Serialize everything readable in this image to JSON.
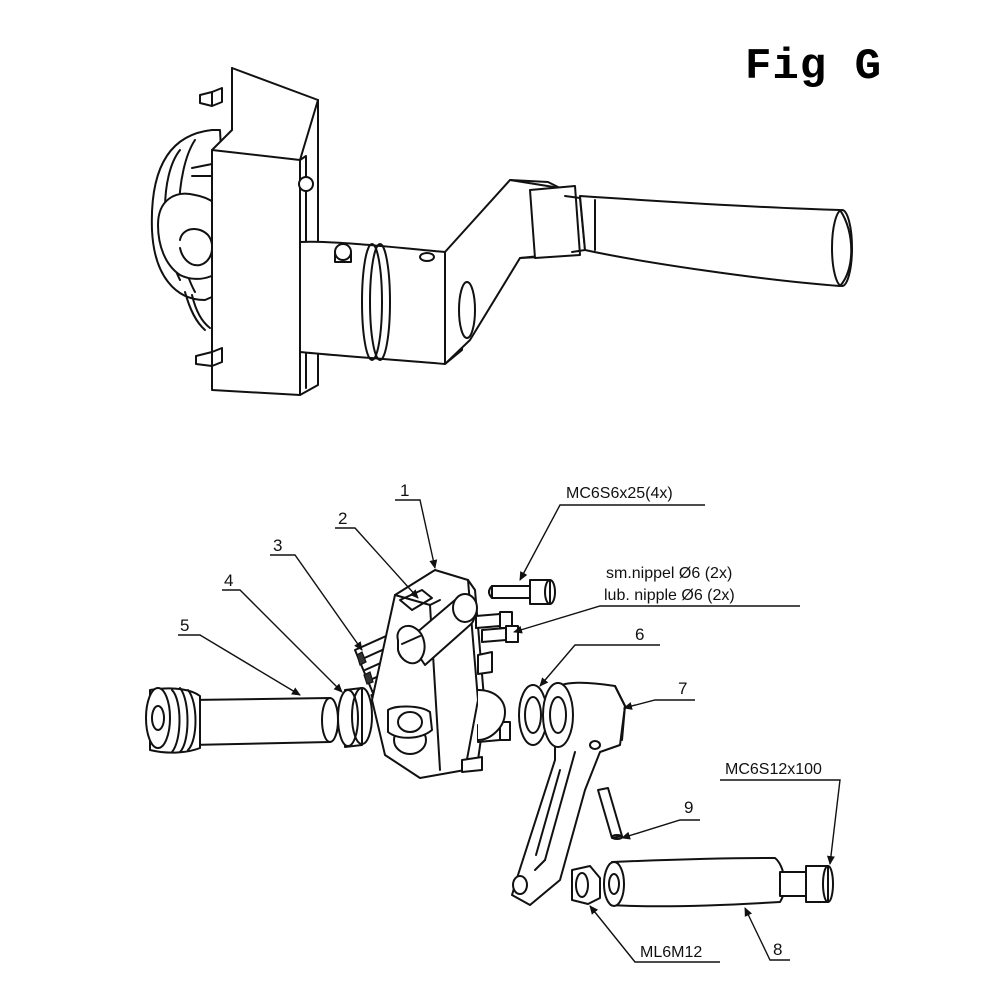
{
  "figure": {
    "title": "Fig G"
  },
  "callouts": {
    "n1": "1",
    "n2": "2",
    "n3": "3",
    "n4": "4",
    "n5": "5",
    "n6": "6",
    "n7": "7",
    "n8": "8",
    "n9": "9"
  },
  "notes": {
    "screw_top": "MC6S6x25(4x)",
    "nipple_sm": "sm.nippel Ø6  (2x)",
    "nipple_lub": "lub. nipple  Ø6  (2x)",
    "screw_handle": "MC6S12x100",
    "nut": "ML6M12"
  }
}
